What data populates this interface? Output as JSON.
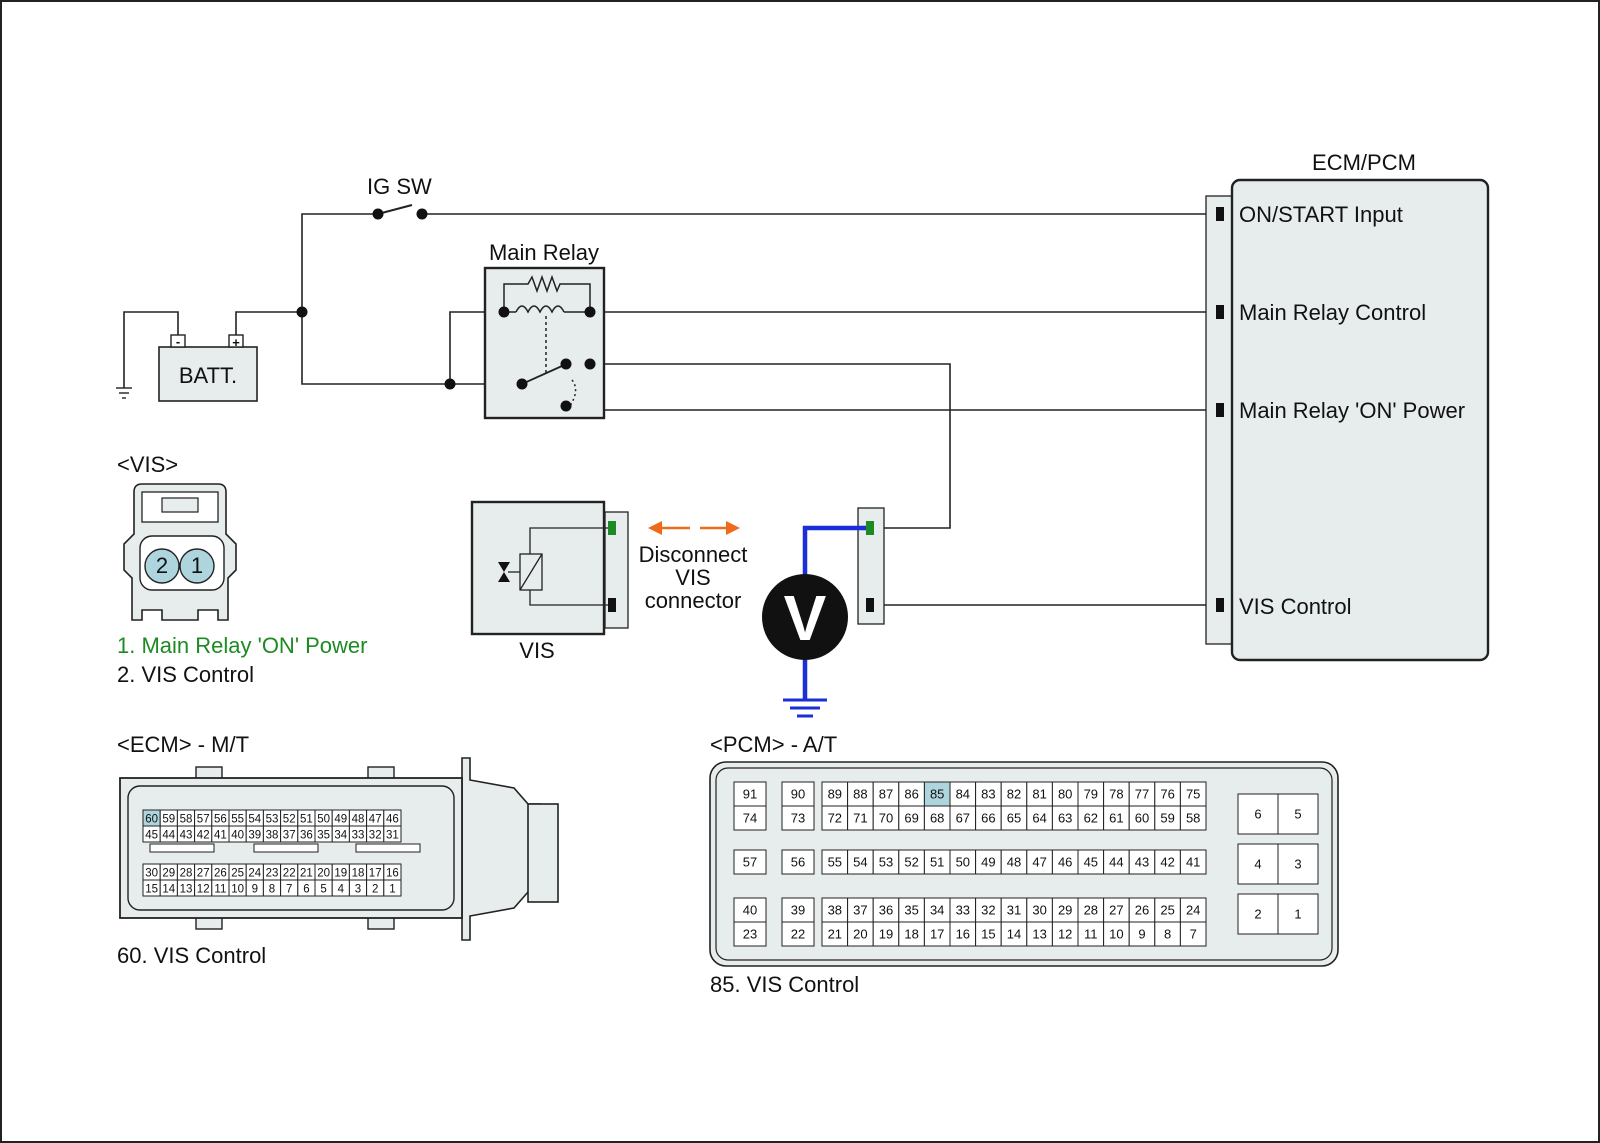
{
  "labels": {
    "ig_sw": "IG SW",
    "main_relay": "Main Relay",
    "battery": "BATT.",
    "battery_neg": "-",
    "battery_pos": "+",
    "ecm_pcm": "ECM/PCM",
    "vis_module": "VIS",
    "voltmeter": "V",
    "disconnect_line1": "Disconnect",
    "disconnect_line2": "VIS",
    "disconnect_line3": "connector"
  },
  "ecm_pcm_pins": {
    "on_start": "ON/START Input",
    "main_relay_control": "Main Relay Control",
    "main_relay_on_power": "Main Relay 'ON' Power",
    "vis_control": "VIS Control"
  },
  "vis_connector": {
    "title": "<VIS>",
    "pin1": "1",
    "pin2": "2",
    "legend_1": "1. Main Relay 'ON' Power",
    "legend_2": "2. VIS Control"
  },
  "ecm_connector": {
    "title": "<ECM> - M/T",
    "legend": "60. VIS Control",
    "highlight": "60",
    "row1": [
      "60",
      "59",
      "58",
      "57",
      "56",
      "55",
      "54",
      "53",
      "52",
      "51",
      "50",
      "49",
      "48",
      "47",
      "46"
    ],
    "row2": [
      "45",
      "44",
      "43",
      "42",
      "41",
      "40",
      "39",
      "38",
      "37",
      "36",
      "35",
      "34",
      "33",
      "32",
      "31"
    ],
    "row3": [
      "30",
      "29",
      "28",
      "27",
      "26",
      "25",
      "24",
      "23",
      "22",
      "21",
      "20",
      "19",
      "18",
      "17",
      "16"
    ],
    "row4": [
      "15",
      "14",
      "13",
      "12",
      "11",
      "10",
      "9",
      "8",
      "7",
      "6",
      "5",
      "4",
      "3",
      "2",
      "1"
    ]
  },
  "pcm_connector": {
    "title": "<PCM> - A/T",
    "legend": "85. VIS Control",
    "highlight": "85",
    "block1": [
      [
        "91",
        "74"
      ],
      [
        "57"
      ],
      [
        "40",
        "23"
      ]
    ],
    "block2": [
      [
        "90",
        "73"
      ],
      [
        "56"
      ],
      [
        "39",
        "22"
      ]
    ],
    "main_rows": [
      [
        "89",
        "88",
        "87",
        "86",
        "85",
        "84",
        "83",
        "82",
        "81",
        "80",
        "79",
        "78",
        "77",
        "76",
        "75"
      ],
      [
        "72",
        "71",
        "70",
        "69",
        "68",
        "67",
        "66",
        "65",
        "64",
        "63",
        "62",
        "61",
        "60",
        "59",
        "58"
      ],
      [
        "55",
        "54",
        "53",
        "52",
        "51",
        "50",
        "49",
        "48",
        "47",
        "46",
        "45",
        "44",
        "43",
        "42",
        "41"
      ],
      [
        "38",
        "37",
        "36",
        "35",
        "34",
        "33",
        "32",
        "31",
        "30",
        "29",
        "28",
        "27",
        "26",
        "25",
        "24"
      ],
      [
        "21",
        "20",
        "19",
        "18",
        "17",
        "16",
        "15",
        "14",
        "13",
        "12",
        "11",
        "10",
        "9",
        "8",
        "7"
      ]
    ],
    "small_block": [
      [
        "6",
        "5"
      ],
      [
        "4",
        "3"
      ],
      [
        "2",
        "1"
      ]
    ]
  },
  "colors": {
    "wire": "#222222",
    "probe_wire": "#1a2fd8",
    "arrow": "#ee6a1c",
    "highlight_fill": "#aed4dd",
    "panel_fill": "#e7eced",
    "green_terminal": "#1e8a24"
  }
}
